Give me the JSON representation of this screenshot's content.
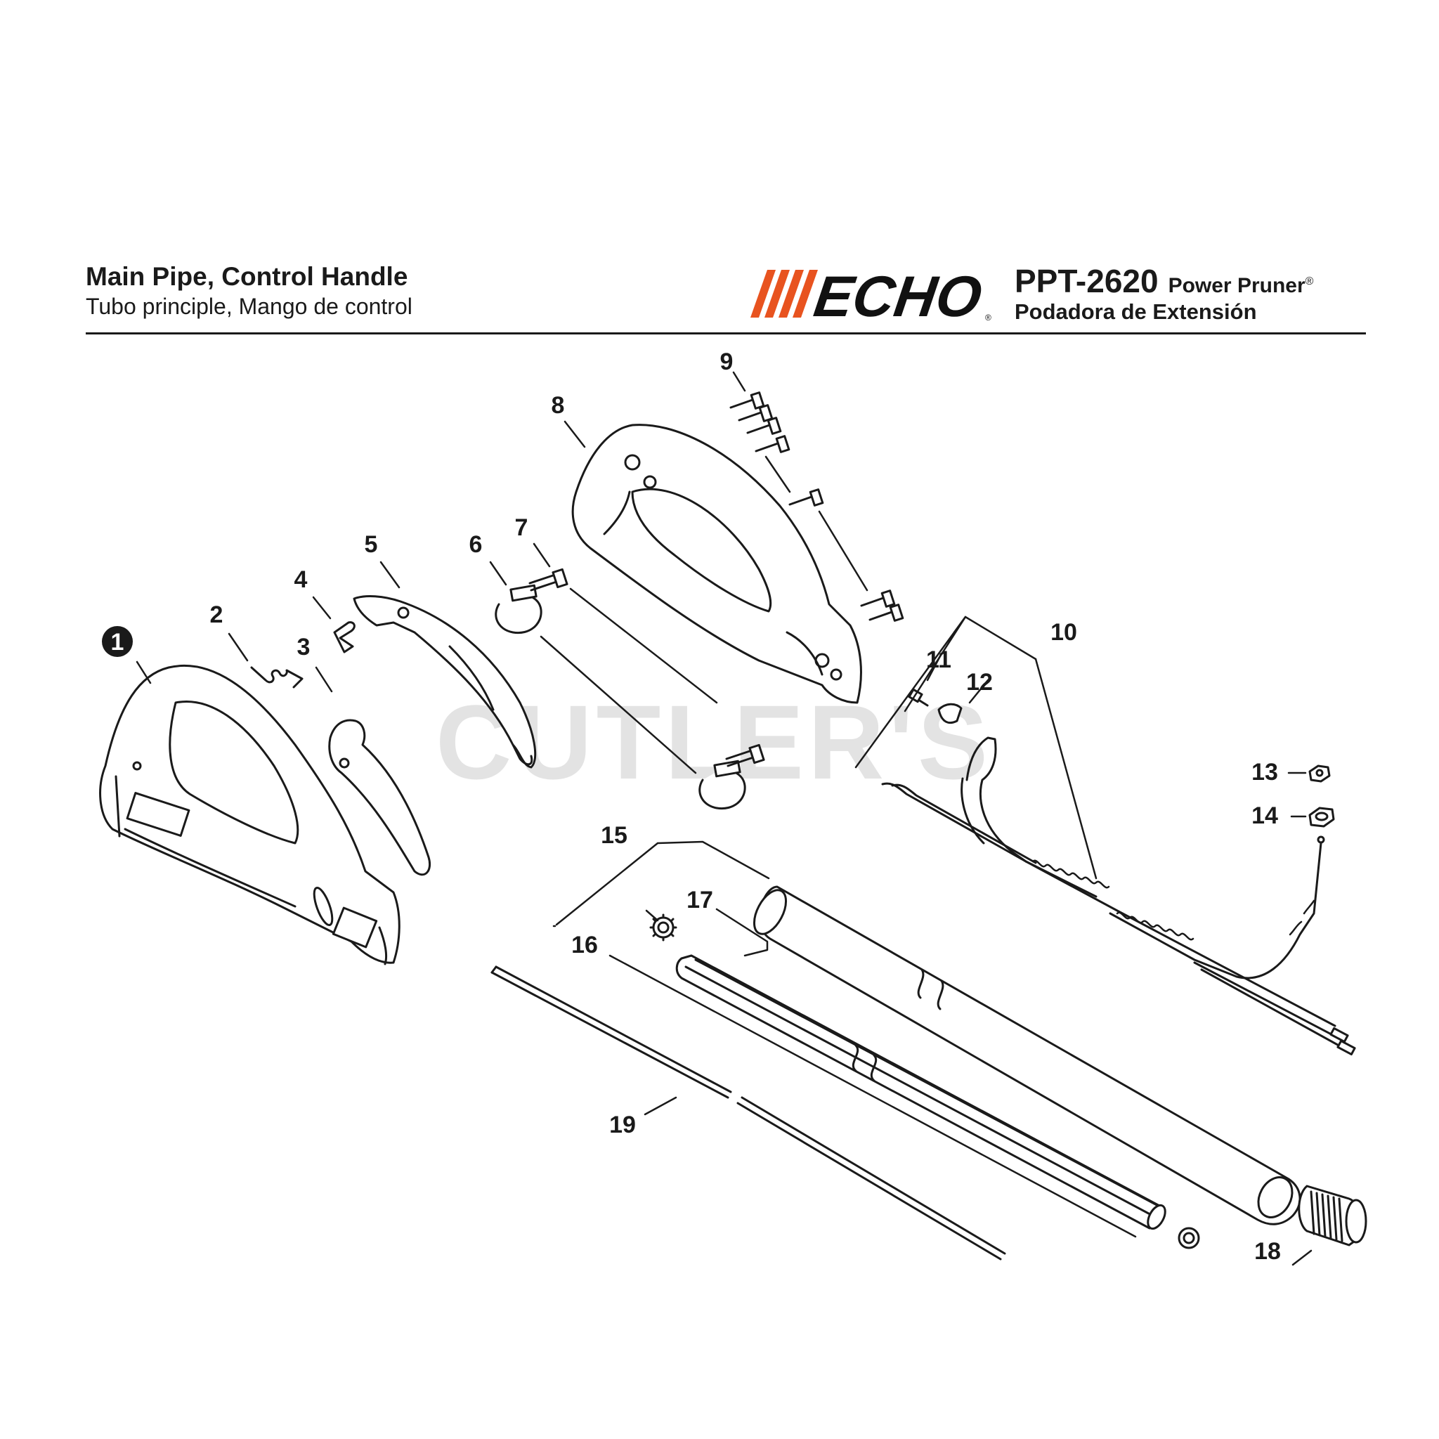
{
  "header": {
    "title_en": "Main Pipe, Control Handle",
    "title_es": "Tubo principle, Mango de control",
    "brand": "ECHO",
    "model": "PPT-2620",
    "product_en": "Power Pruner",
    "registered_mark": "®",
    "product_es": "Podadora de Extensión"
  },
  "watermark": "CUTLER'S",
  "colors": {
    "brand_stripes": "#e8531f",
    "ink": "#1a1a1a",
    "watermark": "#e3e3e3"
  },
  "callouts": [
    {
      "id": "1",
      "text": "1",
      "style": "filled-circle"
    },
    {
      "id": "2",
      "text": "2"
    },
    {
      "id": "3",
      "text": "3"
    },
    {
      "id": "4",
      "text": "4"
    },
    {
      "id": "5",
      "text": "5"
    },
    {
      "id": "6",
      "text": "6"
    },
    {
      "id": "7",
      "text": "7"
    },
    {
      "id": "8",
      "text": "8"
    },
    {
      "id": "9",
      "text": "9"
    },
    {
      "id": "10",
      "text": "10"
    },
    {
      "id": "11",
      "text": "11"
    },
    {
      "id": "12",
      "text": "12"
    },
    {
      "id": "13",
      "text": "13"
    },
    {
      "id": "14",
      "text": "14"
    },
    {
      "id": "15",
      "text": "15"
    },
    {
      "id": "16",
      "text": "16"
    },
    {
      "id": "17",
      "text": "17"
    },
    {
      "id": "18",
      "text": "18"
    },
    {
      "id": "19",
      "text": "19"
    }
  ]
}
